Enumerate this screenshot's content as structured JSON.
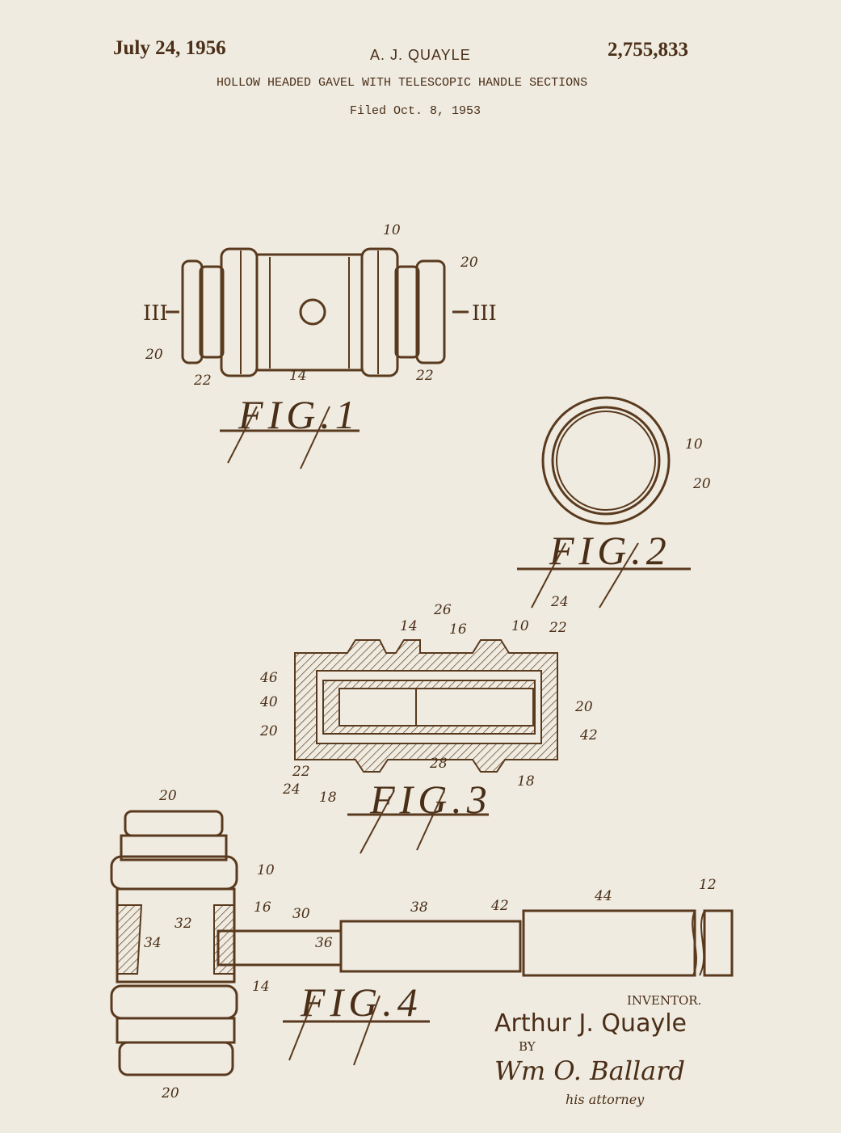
{
  "header": {
    "date": "July 24, 1956",
    "inventor": "A. J. QUAYLE",
    "patent_number": "2,755,833",
    "title": "HOLLOW HEADED GAVEL WITH TELESCOPIC HANDLE SECTIONS",
    "filed": "Filed Oct. 8, 1953"
  },
  "fig1": {
    "caption": "FIG.1",
    "section_marks": [
      "III",
      "III"
    ],
    "labels": [
      "10",
      "20",
      "20",
      "22",
      "14",
      "22"
    ]
  },
  "fig2": {
    "caption": "FIG.2",
    "labels": [
      "10",
      "20"
    ]
  },
  "fig3": {
    "caption": "FIG.3",
    "labels": [
      "26",
      "24",
      "14",
      "16",
      "10",
      "22",
      "46",
      "40",
      "20",
      "20",
      "42",
      "22",
      "24",
      "18",
      "28",
      "18"
    ]
  },
  "fig4": {
    "caption": "FIG.4",
    "labels": [
      "20",
      "10",
      "16",
      "30",
      "38",
      "42",
      "44",
      "12",
      "32",
      "34",
      "36",
      "14",
      "20"
    ]
  },
  "signature": {
    "inventor_heading": "INVENTOR.",
    "inventor_name": "Arthur J. Quayle",
    "by": "BY",
    "attorney": "Wm O. Ballard",
    "attorney_role": "his attorney"
  },
  "colors": {
    "paper": "#efebe0",
    "ink": "#5a3a1e"
  }
}
